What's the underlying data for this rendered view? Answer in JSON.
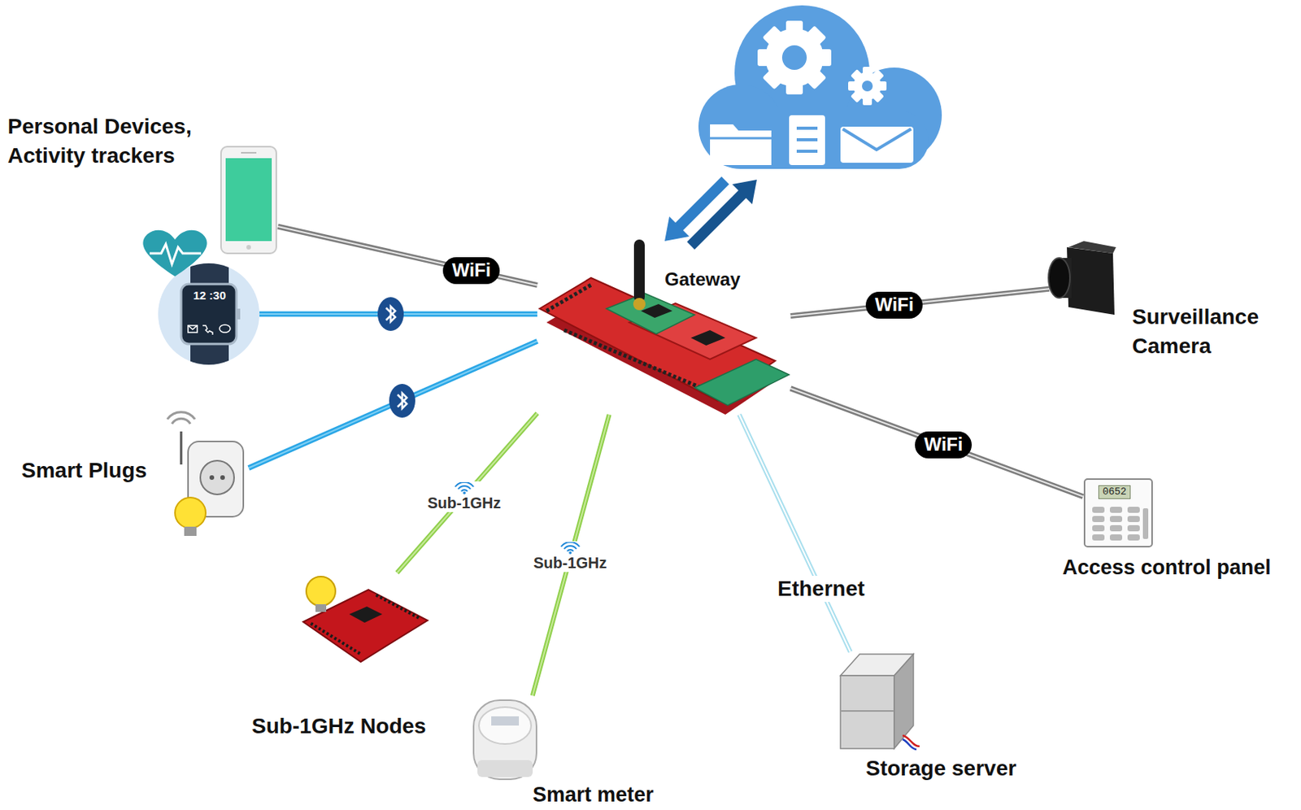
{
  "diagram": {
    "nodes": [
      {
        "text": [
          "Personal Devices, Activity trackers"
        ]
      },
      {
        "text": [
          "12 :30"
        ]
      },
      {
        "text": [
          "Gateway"
        ]
      },
      {
        "text": [
          "Surveillance Camera"
        ]
      },
      {
        "text": [
          "Smart Plugs"
        ]
      },
      {
        "text": [
          "0652",
          "Access control panel"
        ]
      },
      {
        "text": [
          "Sub-1GHz Nodes"
        ]
      },
      {
        "text": [
          "Storage server"
        ]
      },
      {
        "text": [
          "Smart meter"
        ]
      }
    ],
    "edges": [
      {
        "from": 0,
        "to": 2,
        "label": "WiFi",
        "arrow": "none"
      },
      {
        "from": 1,
        "to": 2,
        "arrow": "none"
      },
      {
        "from": 3,
        "to": 2,
        "label": "WiFi",
        "arrow": "none"
      },
      {
        "from": 4,
        "to": 2,
        "arrow": "none"
      },
      {
        "from": 5,
        "to": 2,
        "label": "WiFi",
        "arrow": "none"
      },
      {
        "from": 6,
        "to": 2,
        "label": "Sub-1GHz",
        "arrow": "none"
      },
      {
        "from": 8,
        "to": 2,
        "label": "Sub-1GHz",
        "arrow": "none"
      },
      {
        "from": 7,
        "to": 2,
        "label": "Ethernet",
        "arrow": "none"
      }
    ]
  }
}
